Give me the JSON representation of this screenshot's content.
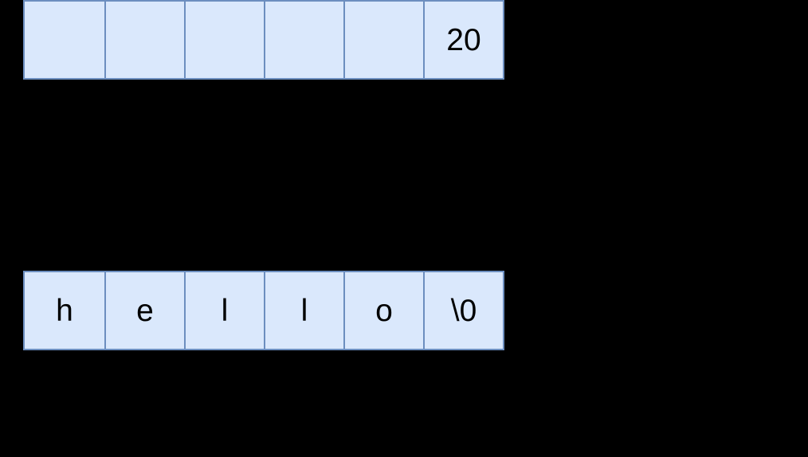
{
  "colors": {
    "background": "#000000",
    "cell_fill": "#dae8fc",
    "cell_border": "#6c8ebf",
    "text": "#000000"
  },
  "top_array": {
    "description": "six-cell array row, only last cell has a value",
    "cells": [
      "",
      "",
      "",
      "",
      "",
      "20"
    ]
  },
  "bottom_array": {
    "description": "six-cell char array spelling hello with null terminator",
    "cells": [
      "h",
      "e",
      "l",
      "l",
      "o",
      "\\0"
    ]
  }
}
